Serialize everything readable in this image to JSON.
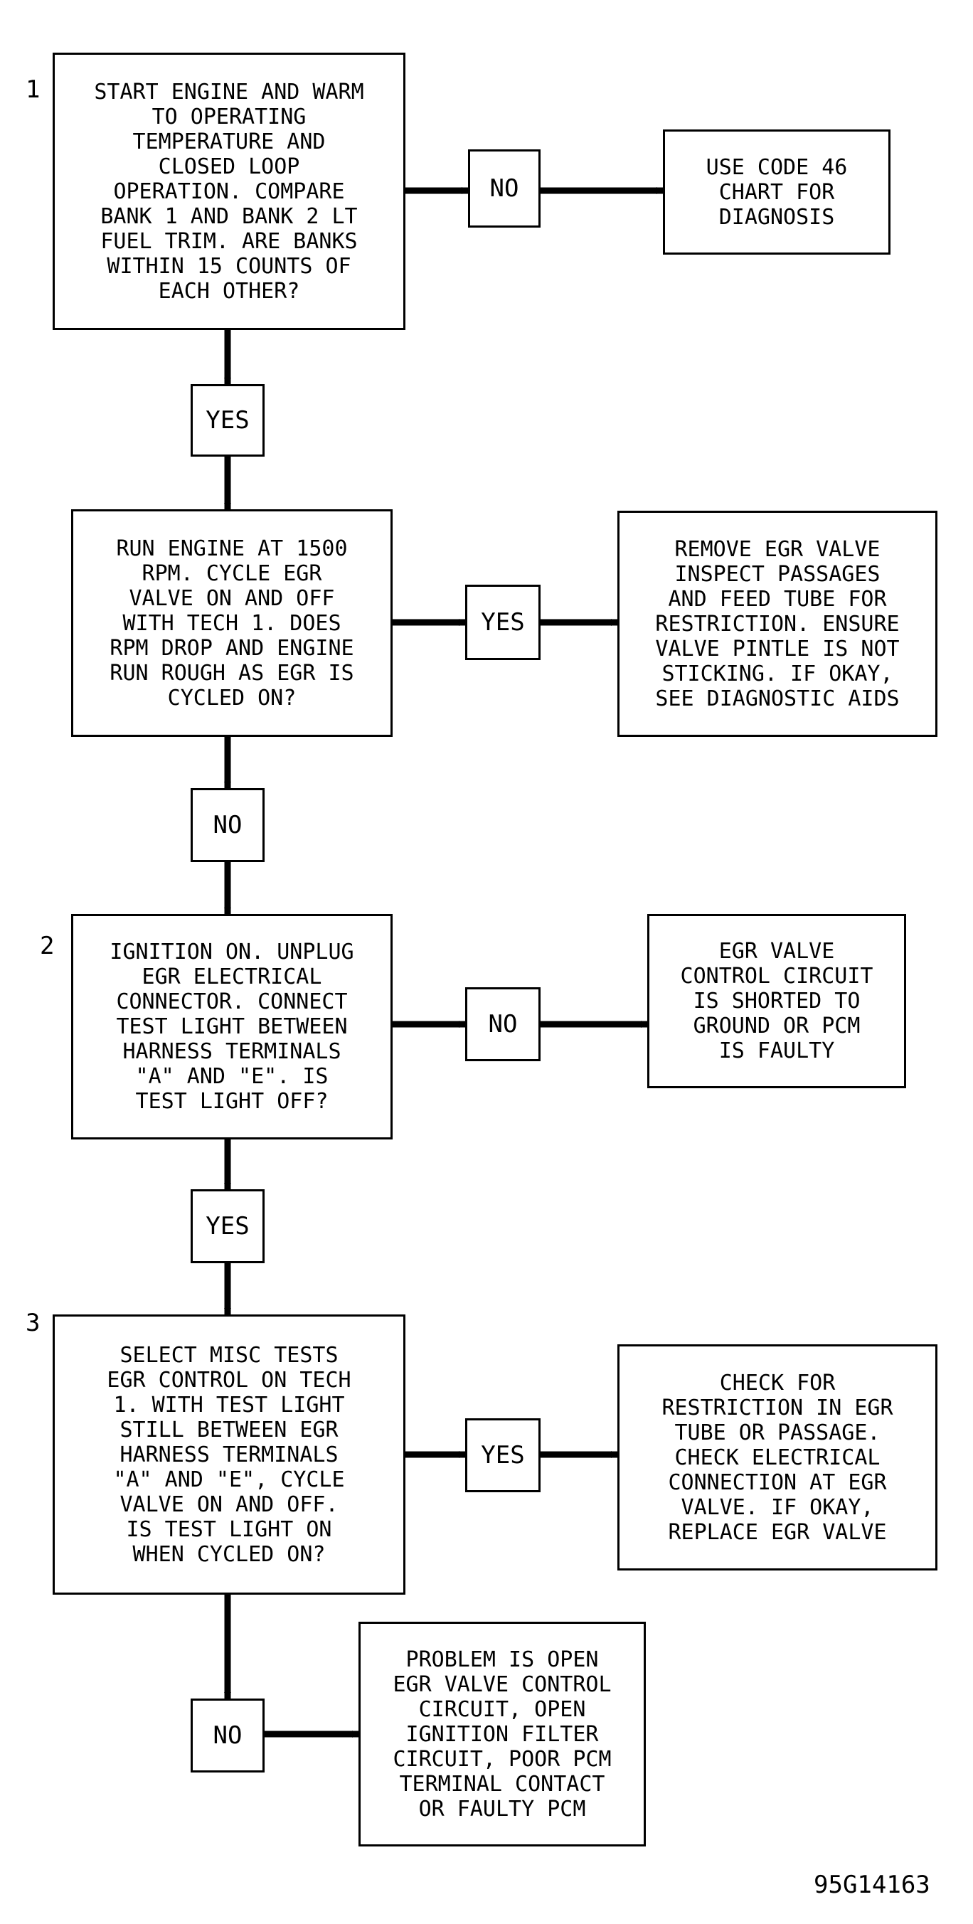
{
  "figure_id": "95G14163",
  "steps": [
    {
      "number": "1"
    },
    {
      "number": "2"
    },
    {
      "number": "3"
    }
  ],
  "decisions": {
    "q1": "START ENGINE AND WARM\nTO OPERATING\nTEMPERATURE AND\nCLOSED LOOP\nOPERATION. COMPARE\nBANK 1 AND BANK 2 LT\nFUEL TRIM. ARE BANKS\nWITHIN 15 COUNTS OF\nEACH OTHER?",
    "q_rpm": "RUN ENGINE AT 1500\nRPM. CYCLE EGR\nVALVE ON AND OFF\nWITH TECH 1. DOES\nRPM DROP AND ENGINE\nRUN ROUGH AS EGR IS\nCYCLED ON?",
    "q2": "IGNITION ON. UNPLUG\nEGR ELECTRICAL\nCONNECTOR. CONNECT\nTEST LIGHT BETWEEN\nHARNESS TERMINALS\n\"A\" AND \"E\". IS\nTEST LIGHT OFF?",
    "q3": "SELECT MISC TESTS\nEGR CONTROL ON TECH\n1. WITH TEST LIGHT\nSTILL BETWEEN EGR\nHARNESS TERMINALS\n\"A\" AND \"E\", CYCLE\nVALVE ON AND OFF.\nIS TEST LIGHT ON\nWHEN CYCLED ON?"
  },
  "results": {
    "r1": "USE CODE 46\nCHART FOR\nDIAGNOSIS",
    "r_rpm": "REMOVE EGR VALVE\nINSPECT PASSAGES\nAND FEED TUBE FOR\nRESTRICTION. ENSURE\nVALVE PINTLE IS NOT\nSTICKING. IF OKAY,\nSEE DIAGNOSTIC AIDS",
    "r2": "EGR VALVE\nCONTROL CIRCUIT\nIS SHORTED TO\nGROUND OR PCM\nIS FAULTY",
    "r3": "CHECK FOR\nRESTRICTION IN EGR\nTUBE OR PASSAGE.\nCHECK ELECTRICAL\nCONNECTION AT EGR\nVALVE. IF OKAY,\nREPLACE EGR VALVE",
    "r_final": "PROBLEM IS OPEN\nEGR VALVE CONTROL\nCIRCUIT, OPEN\nIGNITION FILTER\nCIRCUIT, POOR PCM\nTERMINAL CONTACT\nOR FAULTY PCM"
  },
  "labels": {
    "no_1": "NO",
    "yes_1": "YES",
    "yes_rpm": "YES",
    "no_rpm": "NO",
    "no_2": "NO",
    "yes_2": "YES",
    "yes_3": "YES",
    "no_3": "NO"
  }
}
